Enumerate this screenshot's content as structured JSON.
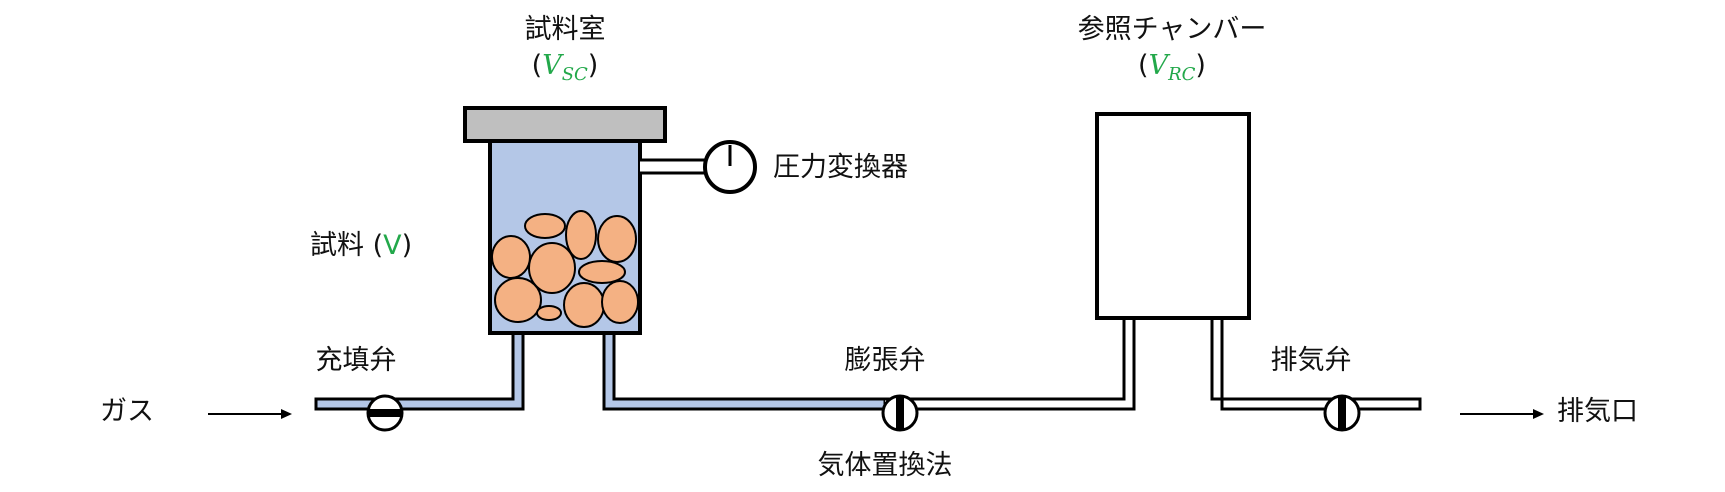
{
  "labels": {
    "sample_chamber": "試料室",
    "sample_chamber_var": "V",
    "sample_chamber_sub": "SC",
    "reference_chamber": "参照チャンバー",
    "reference_chamber_var": "V",
    "reference_chamber_sub": "RC",
    "pressure_transducer": "圧力変換器",
    "sample": "試料",
    "sample_var": "V",
    "fill_valve": "充填弁",
    "expansion_valve": "膨張弁",
    "exhaust_valve": "排気弁",
    "gas": "ガス",
    "exhaust_port": "排気口",
    "caption": "気体置換法"
  },
  "colors": {
    "gas_fill": "#b4c7e7",
    "sample_particles": "#f4b183",
    "lid": "#bfbfbf",
    "accent_green": "#22a84a",
    "outline": "#000000"
  }
}
